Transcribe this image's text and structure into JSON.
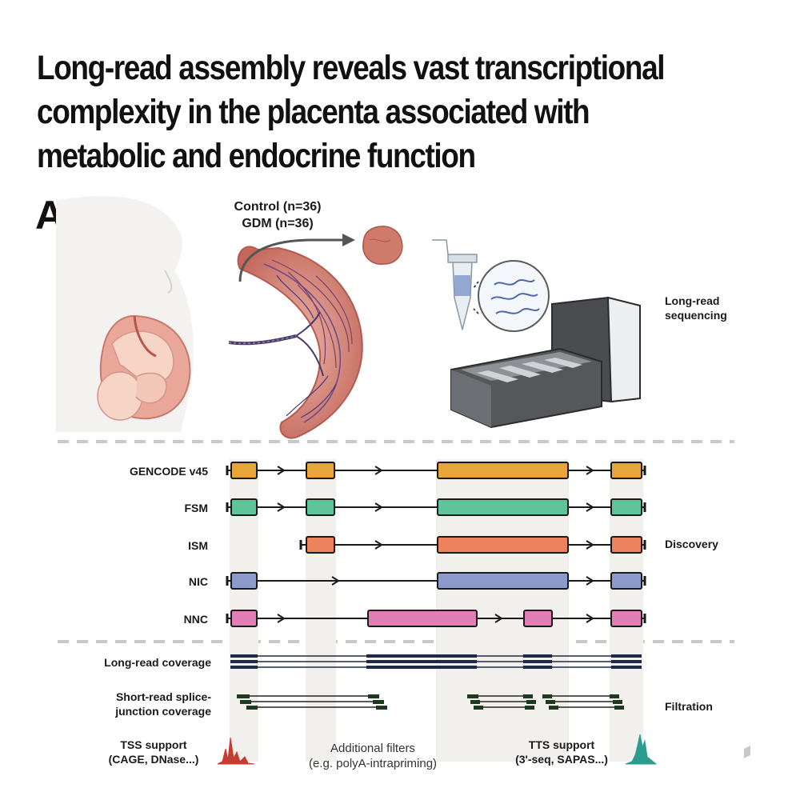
{
  "title_lines": [
    "Long-read assembly reveals vast transcriptional",
    "complexity in the placenta associated with",
    "metabolic and endocrine function"
  ],
  "panel_letter": "A",
  "samples": {
    "control": "Control (n=36)",
    "gdm": "GDM (n=36)"
  },
  "sequencing_label": [
    "Long-read",
    "sequencing"
  ],
  "isoform_rows": [
    {
      "label": "GENCODE v45",
      "color": "#e8a53a"
    },
    {
      "label": "FSM",
      "color": "#5fc49a"
    },
    {
      "label": "ISM",
      "color": "#ef825e"
    },
    {
      "label": "NIC",
      "color": "#8b9bcc"
    },
    {
      "label": "NNC",
      "color": "#e07fb6"
    }
  ],
  "discovery_label": "Discovery",
  "coverage_labels": {
    "long_read": "Long-read coverage",
    "short_read": [
      "Short-read splice-",
      "junction coverage"
    ]
  },
  "filtration_label": "Filtration",
  "tss_support": [
    "TSS support",
    "(CAGE, DNase...)"
  ],
  "additional_filters": [
    "Additional filters",
    "(e.g. polyA-intrapriming)"
  ],
  "tts_support": [
    "TTS support",
    "(3'-seq, SAPAS...)"
  ],
  "colors": {
    "tss_peak": "#c83b2f",
    "tts_peak": "#2a9d8f",
    "exon_stroke": "#1a1a1a",
    "highlight": "#f1f0ec"
  }
}
